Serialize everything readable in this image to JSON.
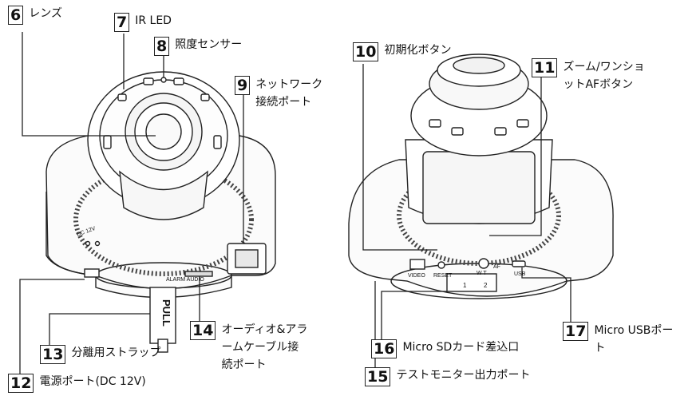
{
  "callouts": {
    "c6": {
      "number": "6",
      "label": "レンズ"
    },
    "c7": {
      "number": "7",
      "label": "IR LED"
    },
    "c8": {
      "number": "8",
      "label": "照度センサー"
    },
    "c9": {
      "number": "9",
      "label": "ネットワーク\n接続ポート"
    },
    "c10": {
      "number": "10",
      "label": "初期化ボタン"
    },
    "c11": {
      "number": "11",
      "label": "ズーム/ワンショ\nットAFボタン"
    },
    "c12": {
      "number": "12",
      "label": "電源ポート(DC 12V)"
    },
    "c13": {
      "number": "13",
      "label": "分離用ストラップ"
    },
    "c14": {
      "number": "14",
      "label": "オーディオ&アラ\nームケーブル接\n続ポート"
    },
    "c15": {
      "number": "15",
      "label": "テストモニター出力ポート"
    },
    "c16": {
      "number": "16",
      "label": "Micro SDカード差込口"
    },
    "c17": {
      "number": "17",
      "label": "Micro USBポー\nト"
    }
  },
  "device_markings": {
    "pull": "PULL",
    "alarm_audio": "ALARM AUDIO",
    "dc12v": "DC 12V",
    "video": "VIDEO",
    "reset": "RESET",
    "usb": "USB",
    "wt": "W  T",
    "af": "AF",
    "sd1": "1",
    "sd2": "2"
  }
}
